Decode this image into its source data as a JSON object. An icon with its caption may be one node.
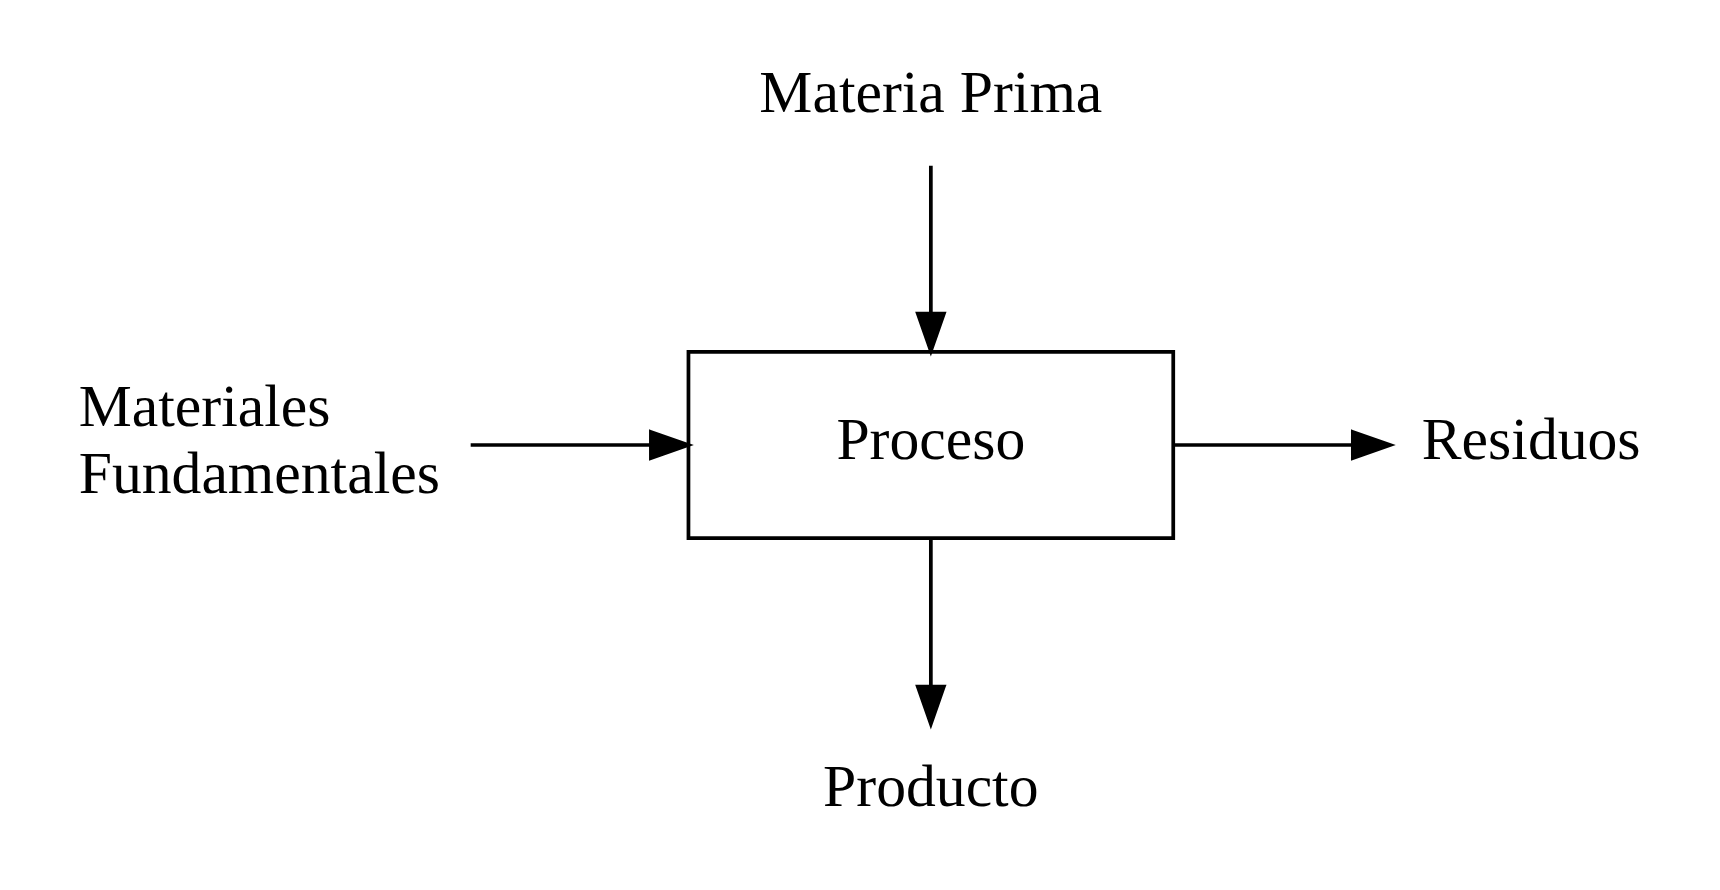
{
  "diagram": {
    "nodes": [
      {
        "text": [
          "Materia Prima"
        ]
      },
      {
        "text": [
          "Materiales Fundamentales"
        ]
      },
      {
        "text": [
          "Proceso"
        ]
      },
      {
        "text": [
          "Residuos"
        ]
      },
      {
        "text": [
          "Producto"
        ]
      }
    ],
    "edges": [
      {
        "from": 0,
        "to": 2,
        "arrow": "to"
      },
      {
        "from": 1,
        "to": 2,
        "arrow": "to"
      },
      {
        "from": 2,
        "to": 3,
        "arrow": "to"
      },
      {
        "from": 2,
        "to": 4,
        "arrow": "to"
      }
    ]
  }
}
